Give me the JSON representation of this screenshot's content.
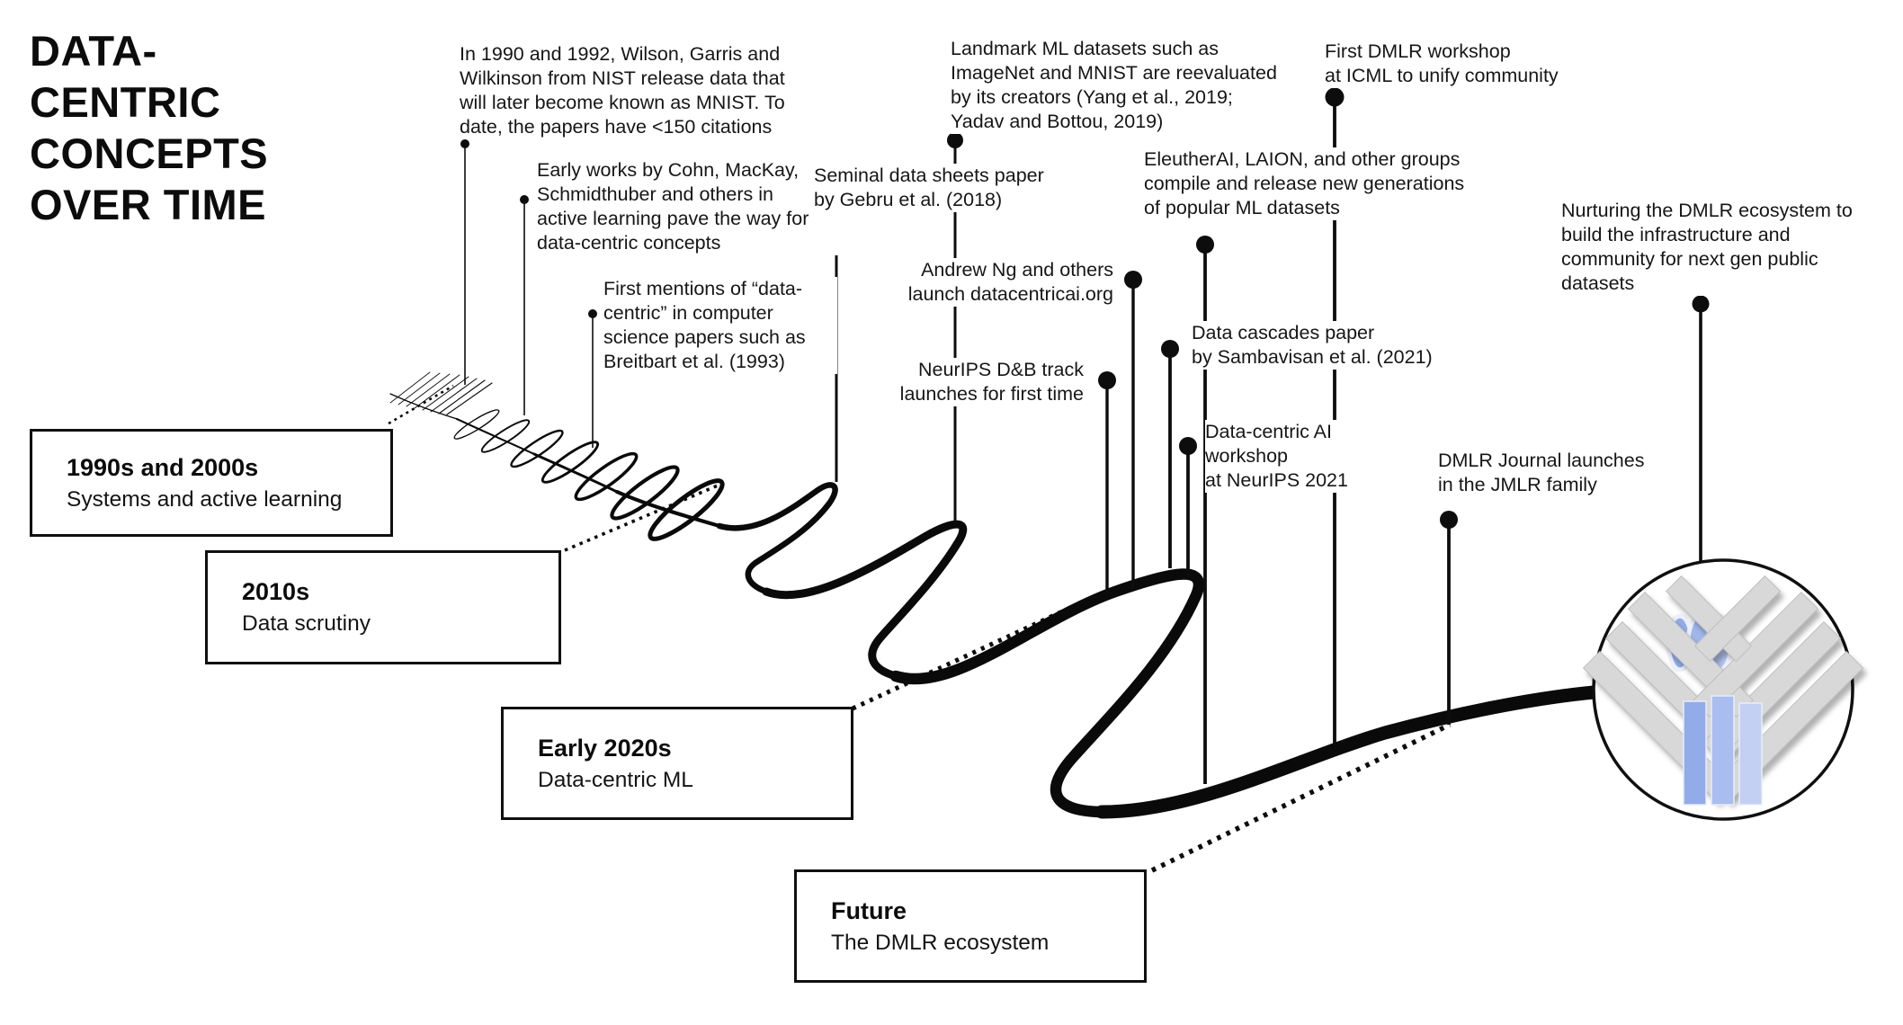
{
  "title_lines": [
    "DATA-",
    "CENTRIC",
    "CONCEPTS",
    "OVER TIME"
  ],
  "eras": [
    {
      "title": "1990s and 2000s",
      "subtitle": "Systems and active learning"
    },
    {
      "title": "2010s",
      "subtitle": "Data scrutiny"
    },
    {
      "title": "Early 2020s",
      "subtitle": "Data-centric ML"
    },
    {
      "title": "Future",
      "subtitle": "The DMLR ecosystem"
    }
  ],
  "milestones": [
    {
      "lines": [
        "In 1990 and 1992, Wilson, Garris and",
        "Wilkinson from NIST release data that",
        "will later become known as MNIST. To",
        "date, the papers have <150 citations"
      ]
    },
    {
      "lines": [
        "Early works by Cohn, MacKay,",
        "Schmidthuber and others in",
        "active learning pave the way for",
        "data-centric concepts"
      ]
    },
    {
      "lines": [
        "First mentions of “data-",
        "centric” in computer",
        "science papers such as",
        "Breitbart et al. (1993)"
      ]
    },
    {
      "lines": [
        "Seminal data sheets paper",
        "by Gebru et al. (2018)"
      ]
    },
    {
      "lines": [
        "Landmark ML datasets such as",
        "ImageNet and MNIST are reevaluated",
        "by its creators (Yang et al., 2019;",
        "Yadav and Bottou, 2019)"
      ]
    },
    {
      "lines": [
        "Andrew Ng and others",
        "launch datacentricai.org"
      ]
    },
    {
      "lines": [
        "NeurIPS D&B track",
        "launches for first time"
      ]
    },
    {
      "lines": [
        "EleutherAI, LAION, and other groups",
        "compile and release new generations",
        "of popular ML datasets"
      ]
    },
    {
      "lines": [
        "Data cascades paper",
        "by Sambavisan et al. (2021)"
      ]
    },
    {
      "lines": [
        "Data-centric AI",
        "workshop",
        "at NeurIPS 2021"
      ]
    },
    {
      "lines": [
        "First DMLR workshop",
        "at ICML to unify community"
      ]
    },
    {
      "lines": [
        "DMLR Journal launches",
        "in the JMLR family"
      ]
    },
    {
      "lines": [
        "Nurturing the DMLR ecosystem to",
        "build the infrastructure and",
        "community for next gen public",
        "datasets"
      ]
    }
  ],
  "colors": {
    "ink": "#111111",
    "logo_gray": "#d8d8d8",
    "logo_blue": "#9fb4ee"
  }
}
